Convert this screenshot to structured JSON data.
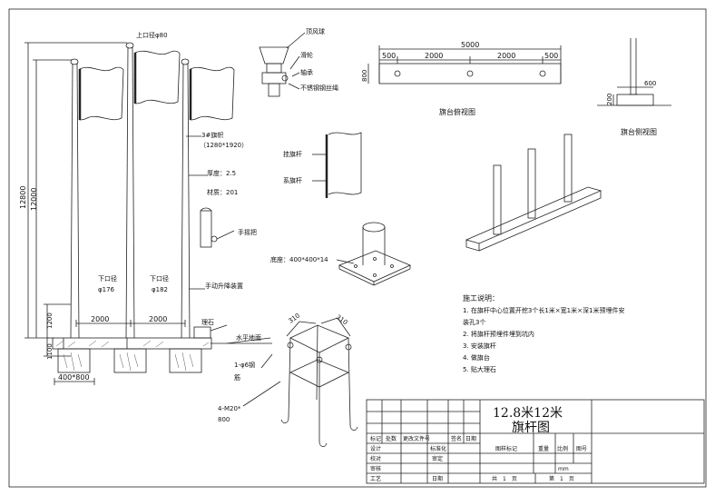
{
  "flagpole": {
    "top_diameter": "上口径φ80",
    "height_128": "12800",
    "height_120": "12000",
    "flag_note_1": "3#旗帜",
    "flag_note_2": "（1280*1920）",
    "wall_thickness": "厚度：2.5",
    "material": "材质：201",
    "bottom_diam_left_1": "下口径",
    "bottom_diam_left_2": "φ176",
    "bottom_diam_right_1": "下口径",
    "bottom_diam_right_2": "φ182",
    "spacing_left": "2000",
    "spacing_right": "2000",
    "dim_1200": "1200",
    "dim_1100": "1100",
    "base_width": "400*800",
    "rope_winder": "手摇把",
    "hand_device": "手动升降装置",
    "stone_edge": "理石",
    "ground_line": "水平地面",
    "rebar_1": "1-φ6钢",
    "rebar_2": "筋",
    "anchor_1": "4-M20*",
    "anchor_2": "800"
  },
  "top_detail": {
    "wind_ball": "顶风球",
    "pulley": "滑轮",
    "bearing": "轴承",
    "wire_rope": "不锈钢钢丝绳"
  },
  "flag_detail": {
    "flag_hook": "挂旗杆",
    "flag_cord": "系旗杆"
  },
  "base_plate": {
    "label": "底座：400*400*14"
  },
  "anchor_cage": {
    "dim_a": "310",
    "dim_b": "310"
  },
  "platform_plan": {
    "total": "5000",
    "segments": [
      "500",
      "2000",
      "2000",
      "500"
    ],
    "depth": "800",
    "caption": "旗台俯视图"
  },
  "platform_side": {
    "height": "200",
    "width": "600",
    "caption": "旗台侧视图"
  },
  "notes": {
    "title": "施工说明：",
    "lines": [
      "1. 在旗杆中心位置开挖3个长1米×宽1米×深1米预埋件安",
      "装孔3个",
      "2. 将旗杆预埋件埋到坑内",
      "3. 安装旗杆",
      "4. 做旗台",
      "5. 贴大理石"
    ]
  },
  "title_block": {
    "title_1": "12.8米12米",
    "title_2": "旗杆图",
    "row_labels": [
      "标记",
      "处数",
      "更改文件号",
      "签名",
      "日期"
    ],
    "left_labels": [
      "设计",
      "校对",
      "审核",
      "工艺"
    ],
    "mid_labels": [
      "标准化",
      "审定",
      "日期"
    ],
    "right_labels": [
      "图样标记",
      "重量",
      "比例",
      "图号"
    ],
    "unit": "mm",
    "sheet_left": "共　1　页",
    "sheet_right": "第　1　页"
  }
}
